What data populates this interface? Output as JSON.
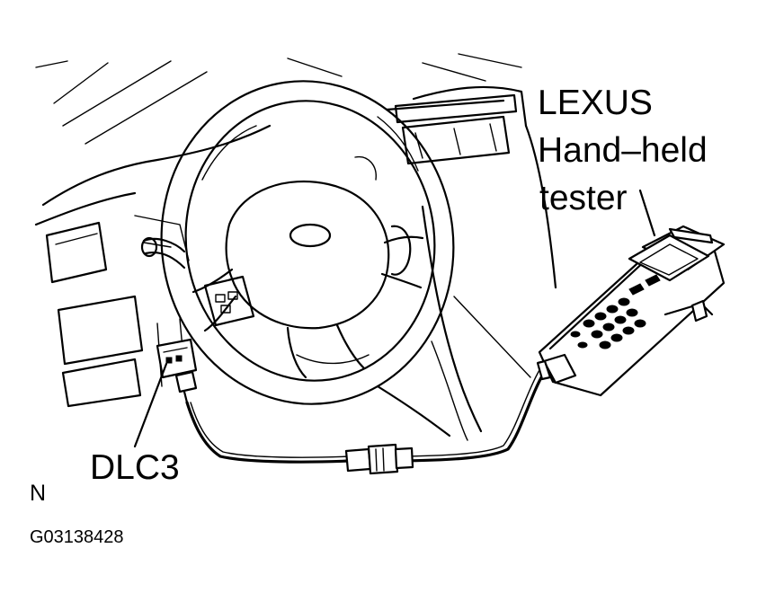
{
  "labels": {
    "tester_line1": "LEXUS",
    "tester_line2": "Hand–held",
    "tester_line3": "tester",
    "connector": "DLC3",
    "orientation": "N",
    "figure_id": "G03138428"
  },
  "illustration": {
    "subject": "vehicle-interior-steering-wheel-with-hand-held-tester-connected-to-dlc3"
  },
  "colors": {
    "ink": "#000000",
    "paper": "#ffffff"
  }
}
